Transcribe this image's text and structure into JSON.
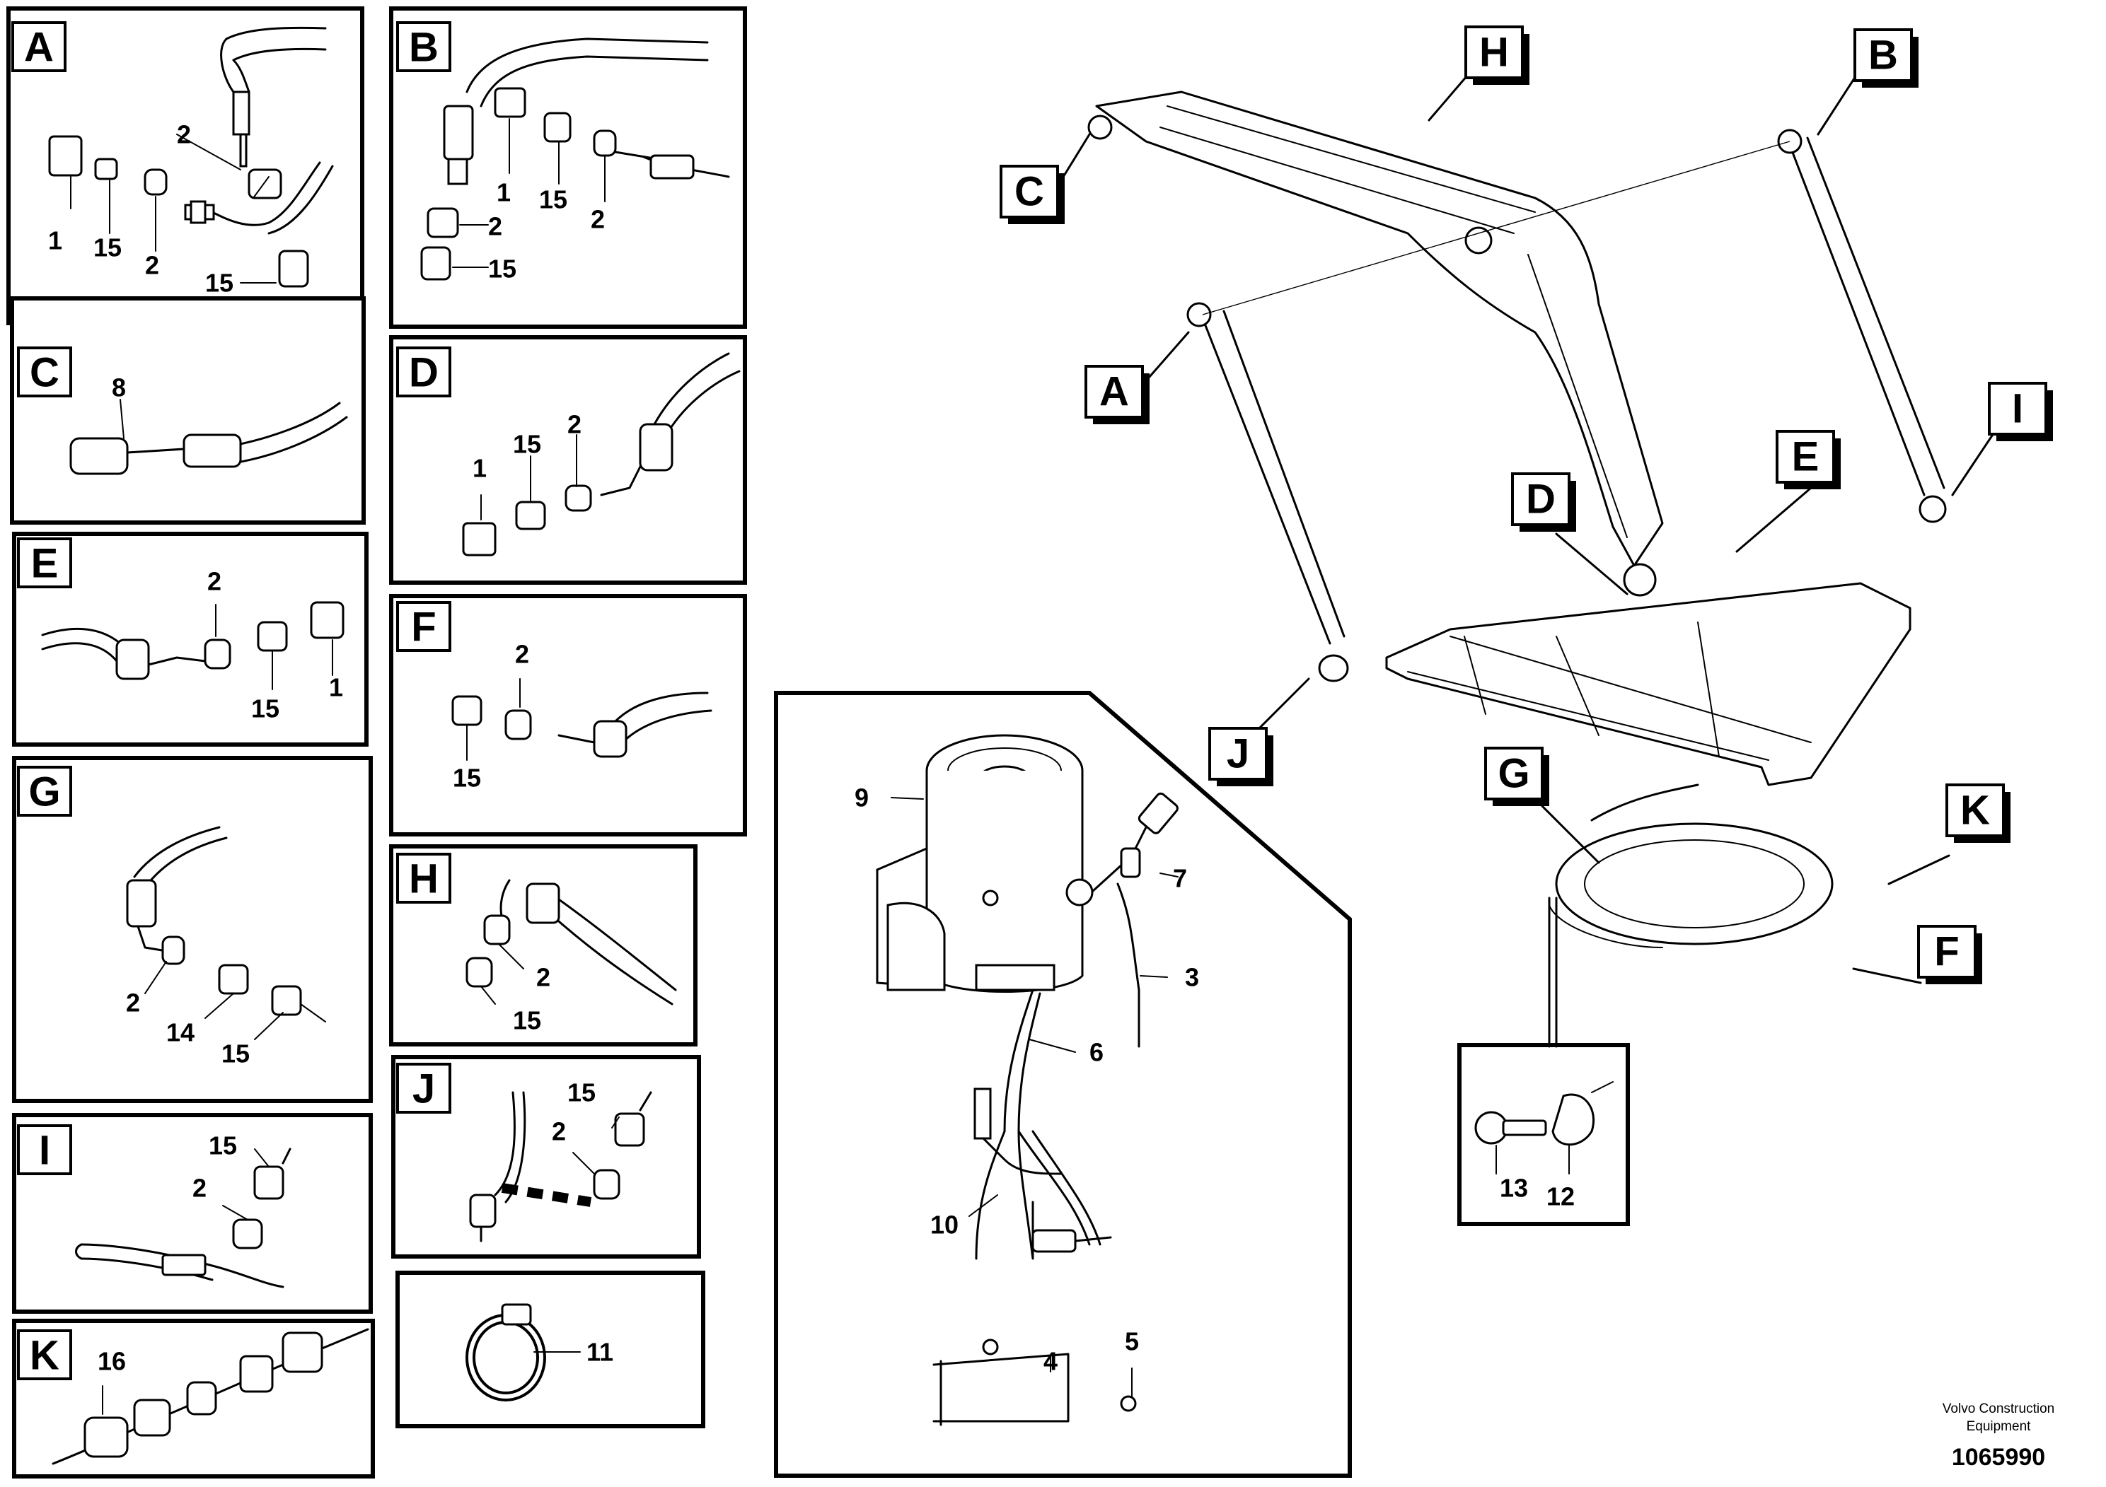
{
  "panels": {
    "A": {
      "letter": "A",
      "labels": [
        "1",
        "15",
        "2",
        "2",
        "15"
      ]
    },
    "B": {
      "letter": "B",
      "labels": [
        "1",
        "15",
        "2",
        "2",
        "15"
      ]
    },
    "C": {
      "letter": "C",
      "labels": [
        "8"
      ]
    },
    "D": {
      "letter": "D",
      "labels": [
        "1",
        "15",
        "2"
      ]
    },
    "E": {
      "letter": "E",
      "labels": [
        "2",
        "15",
        "1"
      ]
    },
    "F": {
      "letter": "F",
      "labels": [
        "2",
        "15"
      ]
    },
    "G": {
      "letter": "G",
      "labels": [
        "2",
        "14",
        "15"
      ]
    },
    "H": {
      "letter": "H",
      "labels": [
        "2",
        "15"
      ]
    },
    "I": {
      "letter": "I",
      "labels": [
        "15",
        "2"
      ]
    },
    "J": {
      "letter": "J",
      "labels": [
        "15",
        "2"
      ]
    },
    "K": {
      "letter": "K",
      "labels": [
        "16"
      ]
    },
    "tie": {
      "labels": [
        "11"
      ]
    }
  },
  "machine_tags": [
    "A",
    "B",
    "C",
    "D",
    "E",
    "G",
    "H",
    "I",
    "J",
    "K",
    "F"
  ],
  "lube_unit": {
    "labels": [
      "9",
      "7",
      "3",
      "6",
      "10",
      "4",
      "5"
    ]
  },
  "clamp_detail": {
    "labels": [
      "13",
      "12"
    ]
  },
  "footer": {
    "maker": "Volvo Construction",
    "maker2": "Equipment",
    "id": "1065990"
  }
}
